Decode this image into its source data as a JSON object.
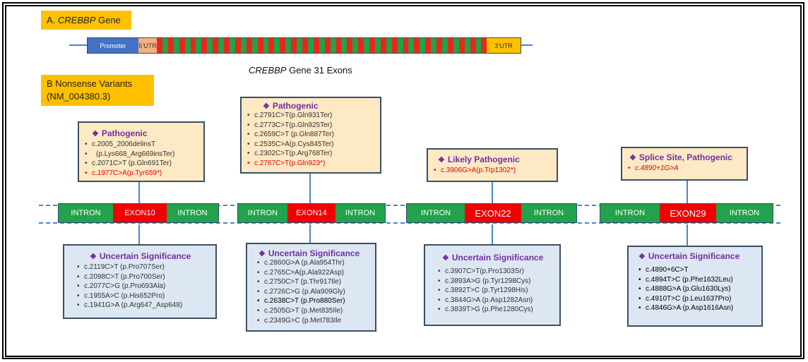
{
  "labels": {
    "a_prefix": "A. ",
    "a_gene": "CREBBP",
    "a_suffix": " Gene",
    "b_line1": "B  Nonsense   Variants",
    "b_line2": "(NM_004380.3)"
  },
  "gene": {
    "promoter": "Promoter",
    "utr5": "5’UTR",
    "utr3": "3’UTR",
    "caption_gene": "CREBBP",
    "caption_rest": " Gene 31 Exons"
  },
  "panels": [
    {
      "path_title": "Pathogenic",
      "path_items": [
        {
          "text": "c.2005_2006delinsT",
          "style": "normal"
        },
        {
          "text": "(p.Lys668_Arg669insTer)",
          "style": "indent"
        },
        {
          "text": "c.2071C>T (p.Gln691Ter)",
          "style": "normal"
        },
        {
          "text": "c.1977C>A(p.Tyr659*)",
          "style": "red"
        }
      ],
      "intron_left": "INTRON",
      "exon": "EXON10",
      "intron_right": "INTRON",
      "unc_title": "Uncertain Significance",
      "unc_items": [
        {
          "text": "c.2119C>T (p.Pro707Ser)",
          "style": "normal"
        },
        {
          "text": "c.2098C>T (p.Pro700Ser)",
          "style": "normal"
        },
        {
          "text": "c.2077C>G (p.Pro693Ala)",
          "style": "normal"
        },
        {
          "text": "c.1955A>C (p.His652Pro)",
          "style": "normal"
        },
        {
          "text": "c.1941G>A (p.Arg647_Asp648)",
          "style": "normal"
        }
      ]
    },
    {
      "path_title": "Pathogenic",
      "path_items": [
        {
          "text": "c.2791C>T(p.Gln931Ter)",
          "style": "normal"
        },
        {
          "text": "c.2773C>T(p.Gln925Ter)",
          "style": "normal"
        },
        {
          "text": "c.2659C>T (p.Gln887Ter)",
          "style": "normal"
        },
        {
          "text": "c.2535C>A(p.Cys845Ter)",
          "style": "normal"
        },
        {
          "text": "c.2302C>T(p.Arg768Ter)",
          "style": "normal"
        },
        {
          "text": "c.2767C>T(p.Gln923*)",
          "style": "red"
        }
      ],
      "intron_left": "INTRON",
      "exon": "EXON14",
      "intron_right": "INTRON",
      "unc_title": "Uncertain Significance",
      "unc_items": [
        {
          "text": "c.2860G>A (p.Ala954Thr)",
          "style": "normal"
        },
        {
          "text": "c.2765C>A(p.Ala922Asp)",
          "style": "normal"
        },
        {
          "text": "c.2750C>T (p.Thr917Ile)",
          "style": "normal"
        },
        {
          "text": "c.2726C>G (p.Ala909Gly)",
          "style": "normal"
        },
        {
          "text": "c.2638C>T (p.Pro880Ser)",
          "style": "black"
        },
        {
          "text": "c.2505G>T (p.Met835Ile)",
          "style": "normal"
        },
        {
          "text": "c.2349G>C (p.Met783Ile",
          "style": "normal"
        }
      ]
    },
    {
      "path_title": "Likely Pathogenic",
      "path_items": [
        {
          "text": "c.3906G>A(p.Trp1302*)",
          "style": "red"
        }
      ],
      "intron_left": "INTRON",
      "exon": "EXON22",
      "intron_right": "INTRON",
      "unc_title": "Uncertain Significance",
      "unc_items": [
        {
          "text": "c.3907C>T(p.Pro1303Sr)",
          "style": "normal"
        },
        {
          "text": "c.3893A>G (p.Tyr1298Cys)",
          "style": "normal"
        },
        {
          "text": "c.3892T>C (p.Tyr1298His)",
          "style": "normal"
        },
        {
          "text": "c.3844G>A (p.Asp1282Asn)",
          "style": "normal"
        },
        {
          "text": "c.3839T>G (p.Phe1280Cys)",
          "style": "normal"
        }
      ]
    },
    {
      "path_title": "Splice Site, Pathogenic",
      "path_items": [
        {
          "text": "c.4890+1G>A",
          "style": "red-italic"
        }
      ],
      "intron_left": "INTRON",
      "exon": "EXON29",
      "intron_right": "INTRON",
      "unc_title": "Uncertain Significance",
      "unc_items": [
        {
          "text": "c.4890+6C>T",
          "style": "black"
        },
        {
          "text": "c.4894T>C (p.Phe1632Leu)",
          "style": "black"
        },
        {
          "text": "c.4888G>A (p.Glu1630Lys)",
          "style": "black"
        },
        {
          "text": "c.4910T>C (p.Leu1637Pro)",
          "style": "black"
        },
        {
          "text": "c.4846G>A (p.Asp1616Asn)",
          "style": "black"
        }
      ]
    }
  ],
  "colors": {
    "exon_red": "#f00000",
    "intron_green": "#22a24a",
    "label_orange": "#ffc000",
    "title_purple": "#7030a0",
    "pathogenic_bg": "#fde9c4",
    "uncertain_bg": "#dde7f3"
  }
}
